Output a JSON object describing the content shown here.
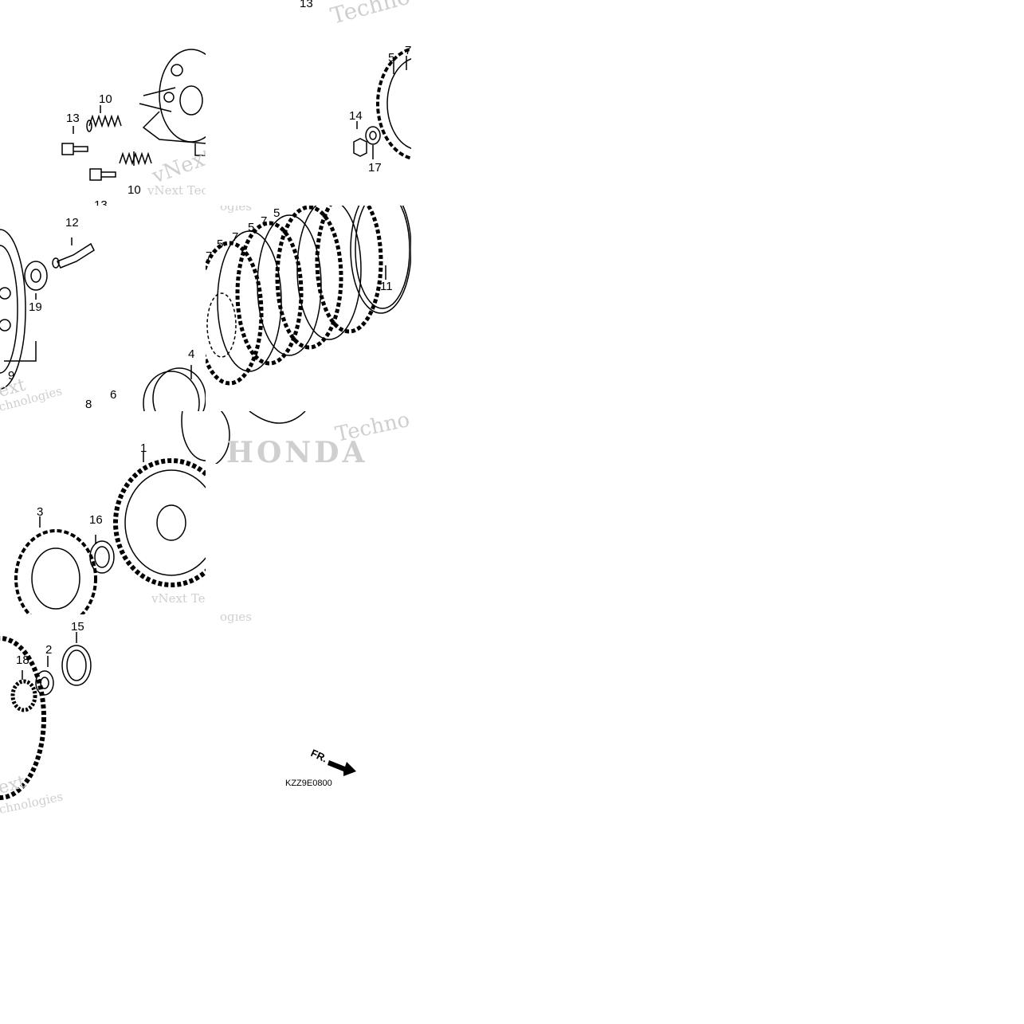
{
  "diagram": {
    "diagram_code": "KZZ9E0800",
    "front_marker": "FR.",
    "brand_watermark": "HONDA",
    "watermark_text": [
      "vNext",
      "Techno",
      "Technologies",
      "vNext Tec",
      "ogies",
      "ext",
      "chnologies"
    ],
    "callouts": {
      "t0_top": "13",
      "t1_a": "13",
      "t1_b": "10",
      "t1_c": "10",
      "t1_d": "13",
      "t2_a": "5",
      "t2_b": "7",
      "t2_c": "14",
      "t2_d": "17",
      "t3_a": "12",
      "t3_b": "19",
      "t3_c": "9",
      "t3_d": "8",
      "t3_e": "6",
      "t3_f": "4",
      "t4_a": "5",
      "t4_b": "7",
      "t4_c": "5",
      "t4_d": "7",
      "t4_e": "5",
      "t4_f": "7",
      "t4_g": "11",
      "t5_a": "1",
      "t5_b": "3",
      "t5_c": "16",
      "t6_a": "18",
      "t6_b": "2",
      "t6_c": "15"
    }
  }
}
